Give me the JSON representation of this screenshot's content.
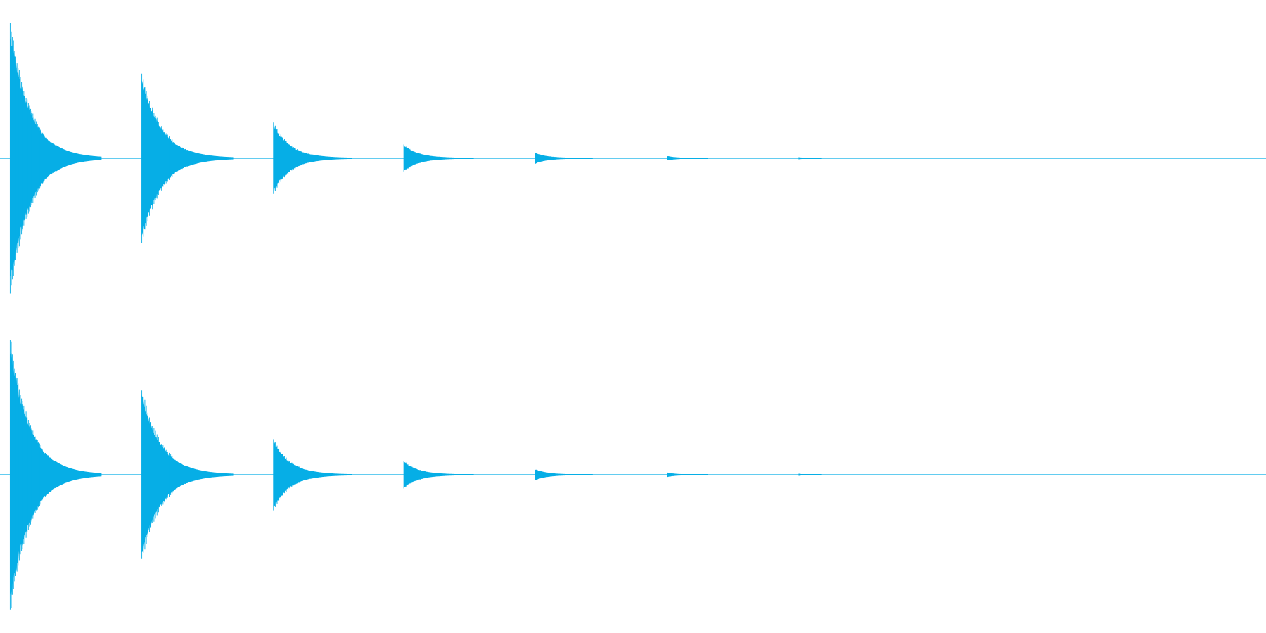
{
  "chart_data": {
    "type": "area",
    "description_kind": "stereo audio waveform",
    "colors": {
      "waveform": "#06aee6",
      "background": "#ffffff"
    },
    "grid": false,
    "legend": "none",
    "ylim": [
      -1,
      1
    ],
    "xlim": [
      0,
      1
    ],
    "channels": [
      {
        "channel": "left",
        "bursts": [
          {
            "start": 0.008,
            "peak": 1.0,
            "decay_length": 0.072
          },
          {
            "start": 0.112,
            "peak": 0.62,
            "decay_length": 0.072
          },
          {
            "start": 0.216,
            "peak": 0.26,
            "decay_length": 0.062
          },
          {
            "start": 0.319,
            "peak": 0.1,
            "decay_length": 0.055
          },
          {
            "start": 0.423,
            "peak": 0.04,
            "decay_length": 0.045
          },
          {
            "start": 0.527,
            "peak": 0.016,
            "decay_length": 0.032
          },
          {
            "start": 0.631,
            "peak": 0.006,
            "decay_length": 0.018
          }
        ]
      },
      {
        "channel": "right",
        "bursts": [
          {
            "start": 0.008,
            "peak": 1.0,
            "decay_length": 0.072
          },
          {
            "start": 0.112,
            "peak": 0.62,
            "decay_length": 0.072
          },
          {
            "start": 0.216,
            "peak": 0.26,
            "decay_length": 0.062
          },
          {
            "start": 0.319,
            "peak": 0.1,
            "decay_length": 0.055
          },
          {
            "start": 0.423,
            "peak": 0.04,
            "decay_length": 0.045
          },
          {
            "start": 0.527,
            "peak": 0.016,
            "decay_length": 0.032
          },
          {
            "start": 0.631,
            "peak": 0.006,
            "decay_length": 0.018
          }
        ]
      }
    ]
  }
}
